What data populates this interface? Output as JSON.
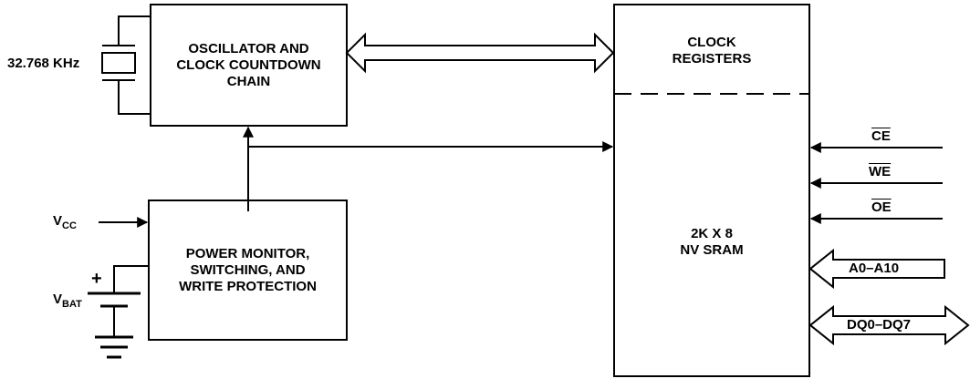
{
  "crystal": {
    "frequency": "32.768 KHz"
  },
  "oscillator": {
    "lines": [
      "OSCILLATOR AND",
      "CLOCK COUNTDOWN",
      "CHAIN"
    ]
  },
  "power_monitor": {
    "lines": [
      "POWER MONITOR,",
      "SWITCHING, AND",
      "WRITE PROTECTION"
    ]
  },
  "clock_registers": {
    "lines": [
      "CLOCK",
      "REGISTERS"
    ]
  },
  "sram": {
    "lines": [
      "2K X 8",
      "NV SRAM"
    ]
  },
  "vcc": {
    "main": "V",
    "sub": "CC"
  },
  "vbat": {
    "main": "V",
    "sub": "BAT",
    "polarity": "+"
  },
  "signals": {
    "ce": "CE",
    "we": "WE",
    "oe": "OE",
    "address": "A0–A10",
    "data": "DQ0–DQ7"
  }
}
